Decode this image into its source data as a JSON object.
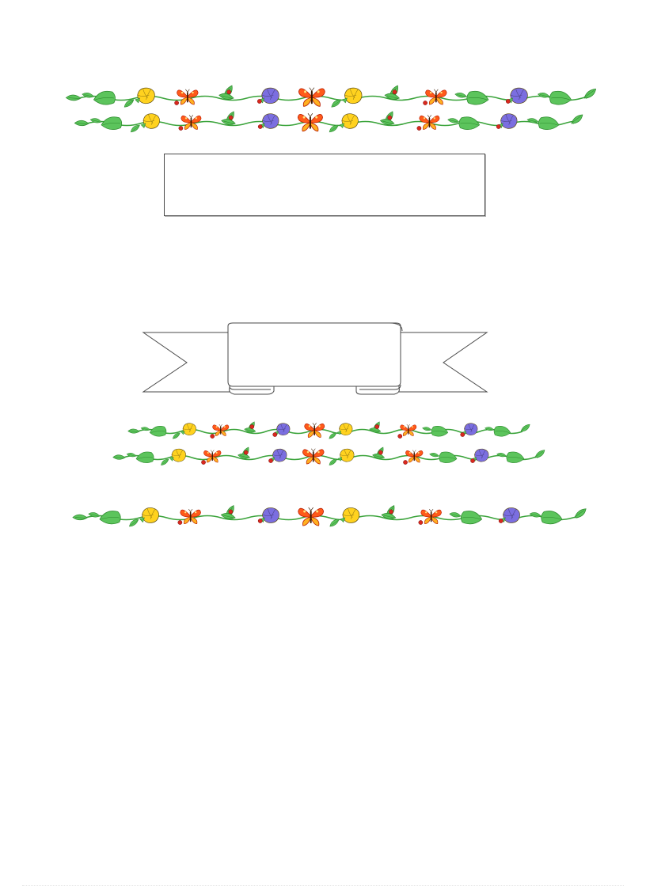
{
  "document": {
    "text_box": {
      "text": ""
    },
    "banner": {
      "text": ""
    },
    "borders": [
      {
        "style": "vine-border-a"
      },
      {
        "style": "vine-border-b"
      },
      {
        "style": "vine-border-c"
      },
      {
        "style": "vine-border-d"
      },
      {
        "style": "vine-border-e"
      }
    ]
  },
  "colors": {
    "leaf": "#5cc45c",
    "leaf_dark": "#2e8b2e",
    "stem": "#3aa33a",
    "yellow_flower": "#ffd21f",
    "purple_flower": "#7b6ee0",
    "butterfly": "#ff5a1a",
    "butterfly_dark": "#b81c00",
    "berry": "#d9281e",
    "outline": "#4a4a4a"
  }
}
